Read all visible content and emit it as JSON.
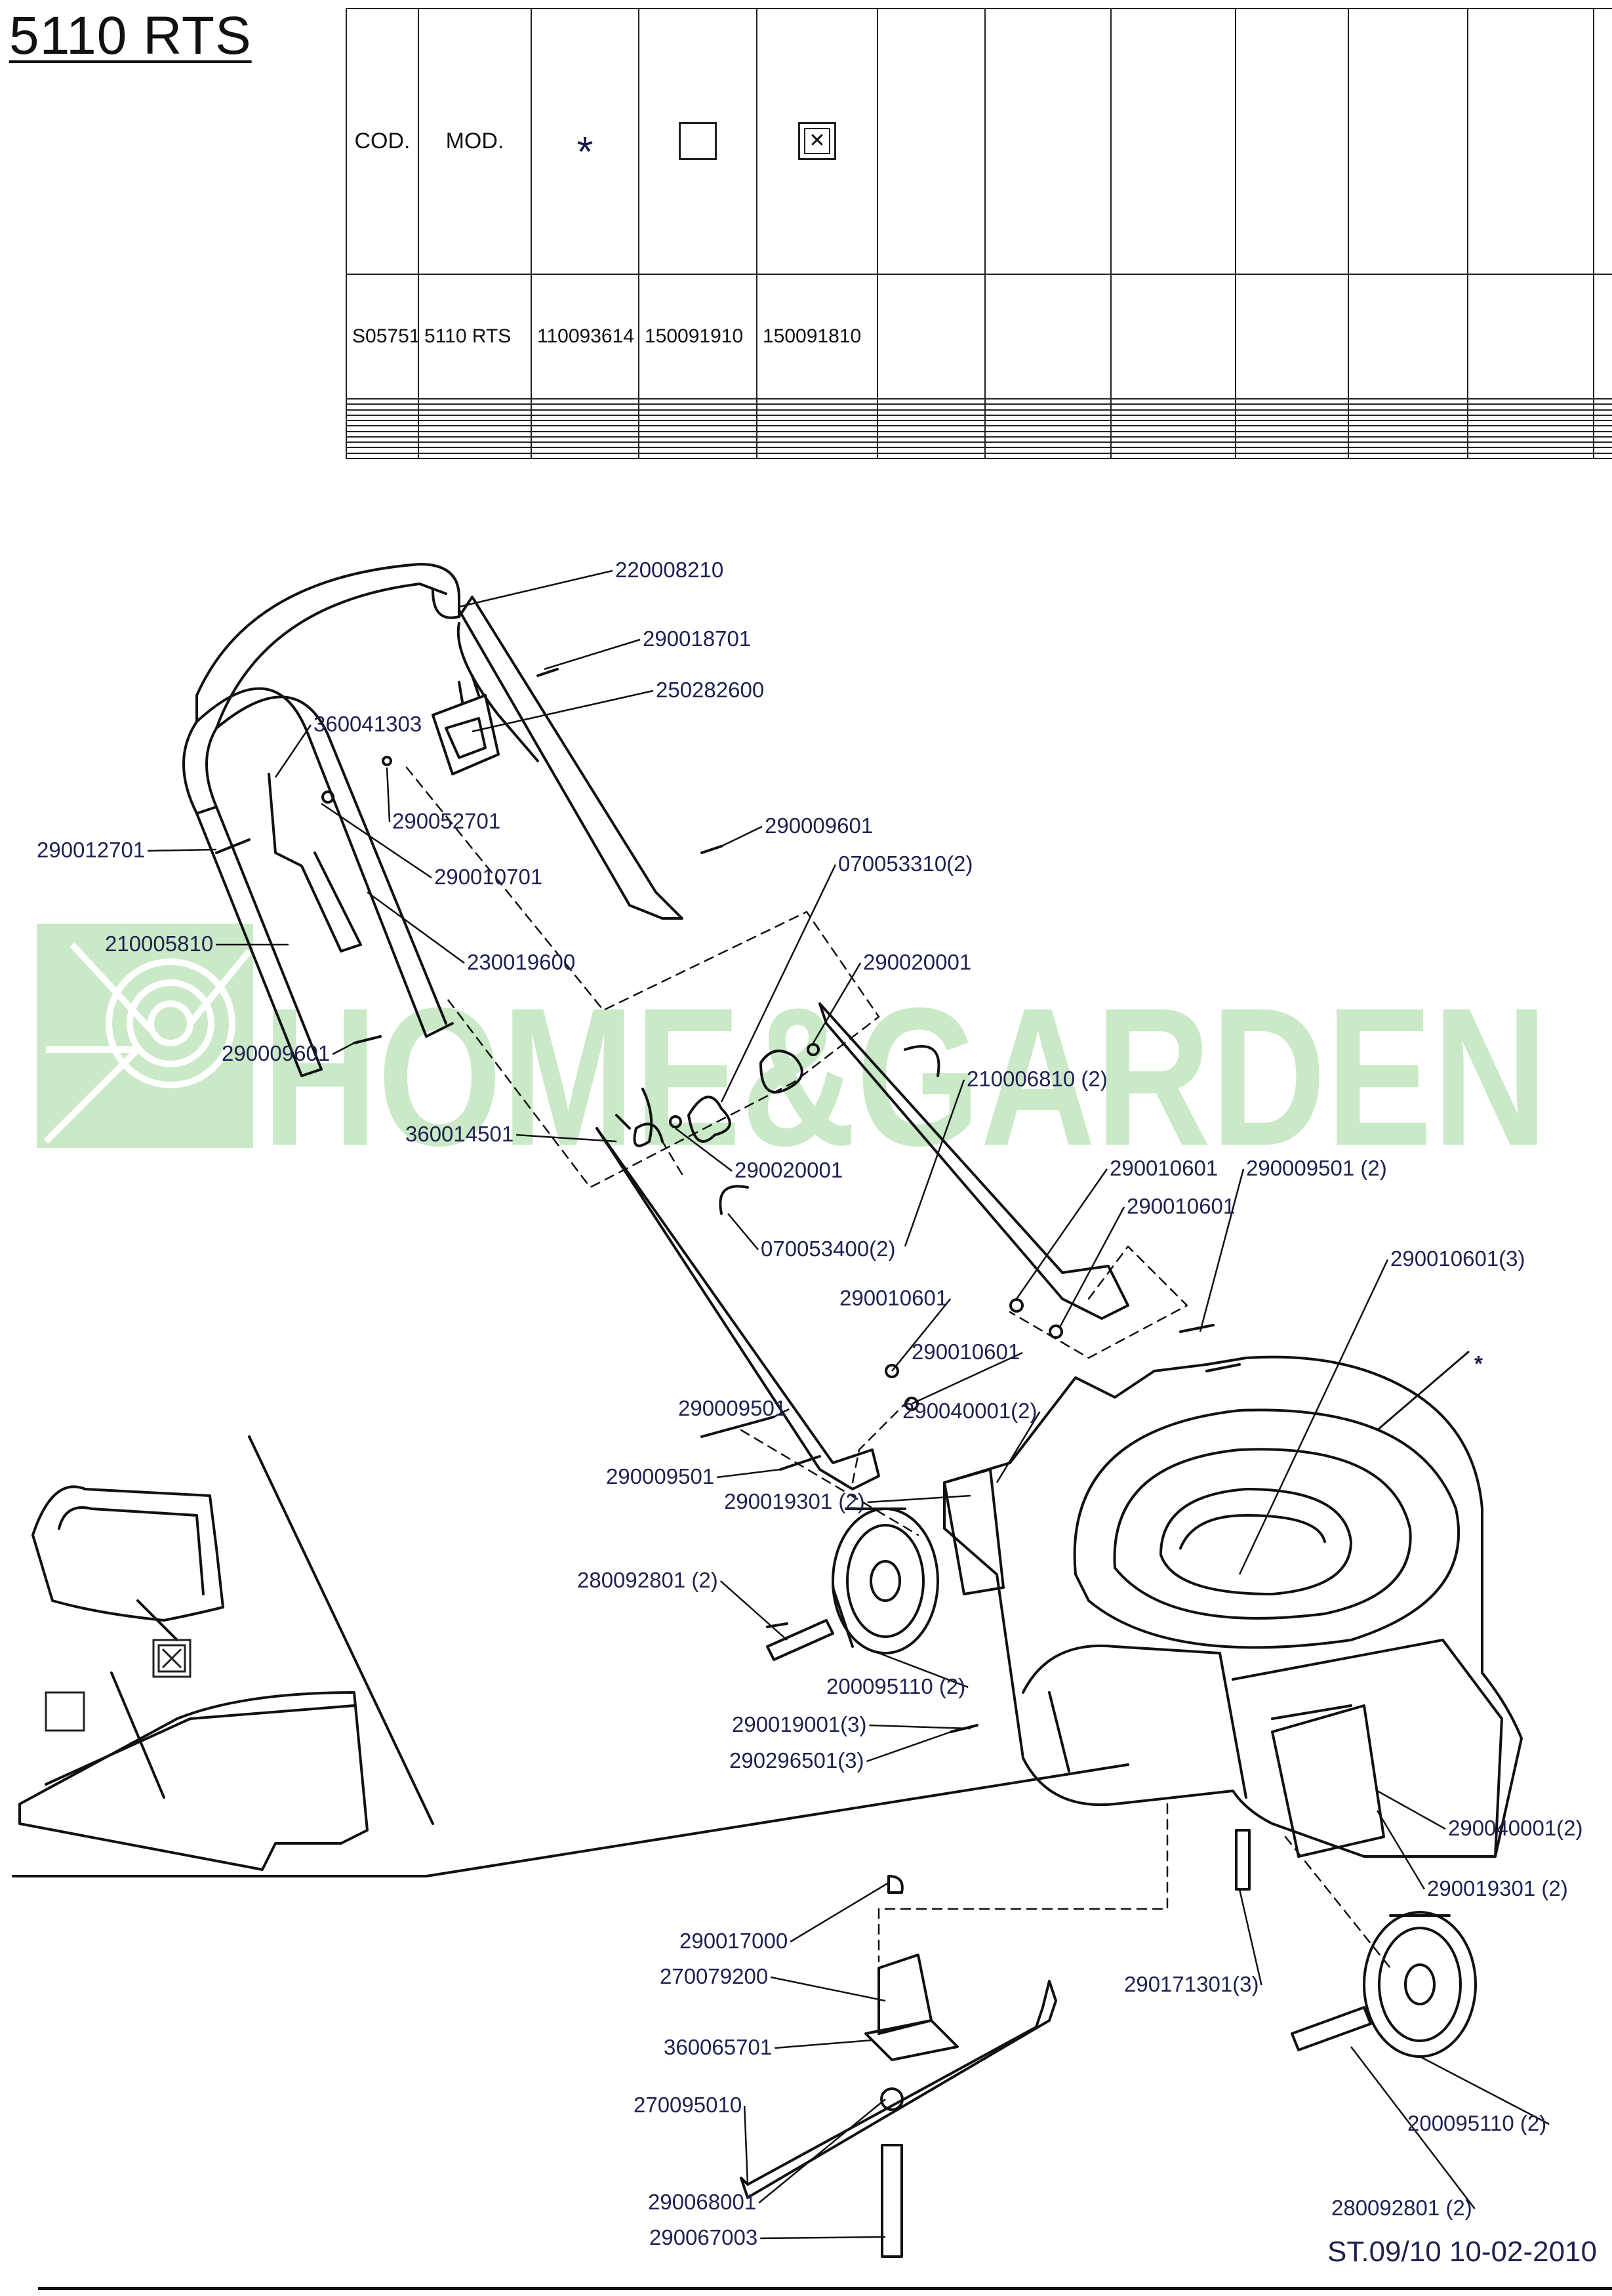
{
  "title": "5110 RTS",
  "table": {
    "headers": {
      "cod": "COD.",
      "mod": "MOD.",
      "sym_asterisk": "*"
    },
    "icons": [
      "asterisk-icon",
      "empty-box-icon",
      "crossed-box-icon"
    ],
    "row": [
      "S05751",
      "5110 RTS",
      "110093614",
      "150091910",
      "150091810"
    ]
  },
  "watermark": "HOME&GARDEN",
  "parts": [
    "220008210",
    "290018701",
    "250282600",
    "360041303",
    "290052701",
    "290012701",
    "290010701",
    "290009601",
    "070053310(2)",
    "210005810",
    "230019600",
    "290020001",
    "210006810 (2)",
    "290009601",
    "360014501",
    "290020001",
    "290010601",
    "290009501 (2)",
    "290010601",
    "070053400(2)",
    "290010601(3)",
    "290010601",
    "290010601",
    "290009501",
    "290040001(2)",
    "290009501",
    "290019301 (2)",
    "280092801 (2)",
    "200095110 (2)",
    "290019001(3)",
    "290296501(3)",
    "290040001(2)",
    "290019301 (2)",
    "290017000",
    "270079200",
    "290171301(3)",
    "360065701",
    "270095010",
    "200095110 (2)",
    "280092801 (2)",
    "290068001",
    "290067003"
  ],
  "asterisk_mark": "*",
  "footer": "ST.09/10  10-02-2010",
  "colors": {
    "ink": "#1f2150",
    "watermark": "#9fd89a",
    "line": "#111111"
  }
}
